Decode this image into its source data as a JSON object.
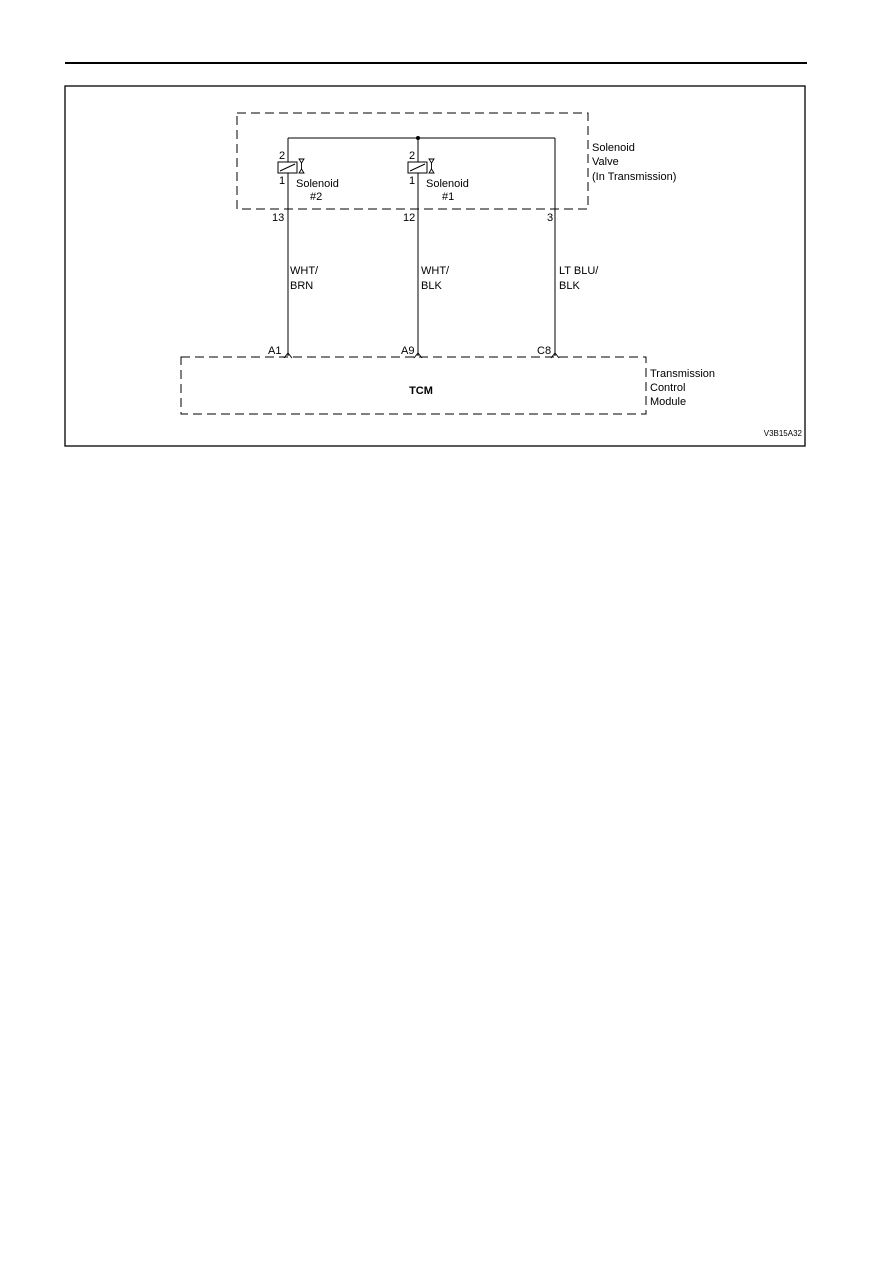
{
  "solenoid_valve": {
    "label_lines": [
      "Solenoid",
      "Valve",
      "(In Transmission)"
    ],
    "solenoid_2": {
      "name": "Solenoid",
      "number": "#2",
      "pin_top": "2",
      "pin_bottom": "1"
    },
    "solenoid_1": {
      "name": "Solenoid",
      "number": "#1",
      "pin_top": "2",
      "pin_bottom": "1"
    },
    "pins": [
      "13",
      "12",
      "3"
    ]
  },
  "wires": [
    {
      "color_line1": "WHT/",
      "color_line2": "BRN",
      "tcm_pin": "A1"
    },
    {
      "color_line1": "WHT/",
      "color_line2": "BLK",
      "tcm_pin": "A9"
    },
    {
      "color_line1": "LT BLU/",
      "color_line2": "BLK",
      "tcm_pin": "C8"
    }
  ],
  "tcm": {
    "name": "TCM",
    "label_lines": [
      "Transmission",
      "Control",
      "Module"
    ]
  },
  "figure_code": "V3B15A32"
}
